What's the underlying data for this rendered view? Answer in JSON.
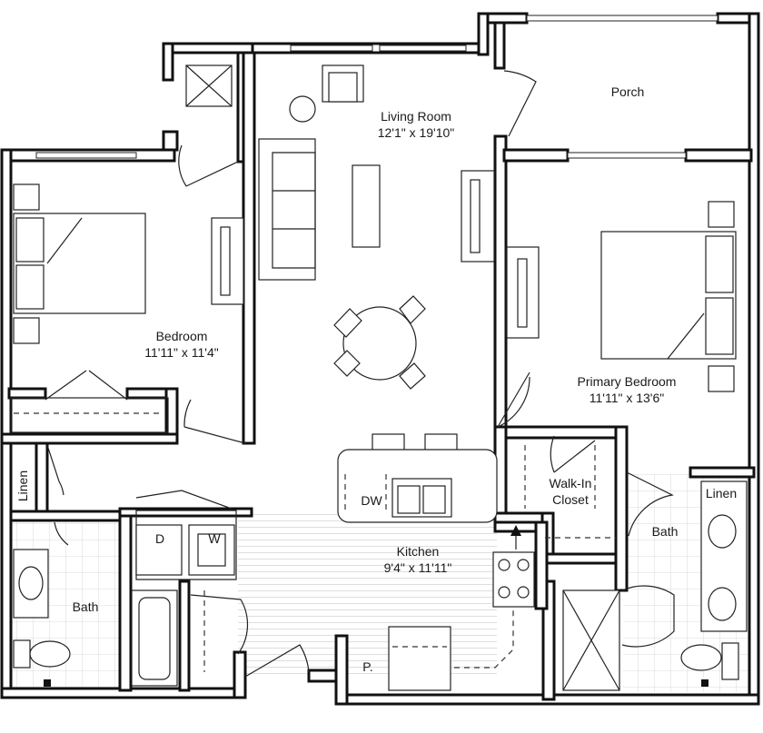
{
  "rooms": {
    "porch": {
      "name": "Porch"
    },
    "living": {
      "name": "Living Room",
      "dims": "12'1\" x 19'10\""
    },
    "bedroom": {
      "name": "Bedroom",
      "dims": "11'11\" x 11'4\""
    },
    "primary": {
      "name": "Primary Bedroom",
      "dims": "11'11\" x 13'6\""
    },
    "kitchen": {
      "name": "Kitchen",
      "dims": "9'4\" x 11'11\""
    },
    "walkin": {
      "line1": "Walk-In",
      "line2": "Closet"
    },
    "bath_left": {
      "name": "Bath"
    },
    "bath_right": {
      "name": "Bath"
    }
  },
  "fixtures": {
    "linen_left": "Linen",
    "linen_right": "Linen",
    "dishwasher": "DW",
    "dryer": "D",
    "washer": "W",
    "pantry": "P."
  },
  "colors": {
    "wall": "#111111",
    "tile": "#cfcfcf",
    "floor_wood": "#d4d4d4"
  }
}
